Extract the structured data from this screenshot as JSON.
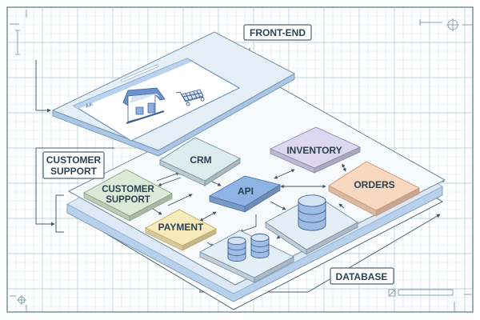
{
  "diagram": {
    "title_labels": {
      "front_end": "FRONT-END",
      "customer_support_callout": "CUSTOMER\nSUPPORT",
      "database": "DATABASE"
    },
    "nodes": [
      {
        "id": "crm",
        "label": "CRM",
        "color": "#dcecef"
      },
      {
        "id": "inventory",
        "label": "INVENTORY",
        "color": "#ddd8f0"
      },
      {
        "id": "customer_support",
        "label_line1": "CUSTOMER",
        "label_line2": "SUPPORT",
        "color": "#dcebd7"
      },
      {
        "id": "api",
        "label": "API",
        "color": "#8fb3e3"
      },
      {
        "id": "orders",
        "label": "ORDERS",
        "color": "#f8d8c0"
      },
      {
        "id": "payment",
        "label": "PAYMENT",
        "color": "#f7ebbd"
      },
      {
        "id": "db_single",
        "label": "",
        "color": "#e3eef7"
      },
      {
        "id": "db_double",
        "label": "",
        "color": "#e3eef7"
      }
    ],
    "front_end_window": {
      "icons": [
        "store-icon",
        "shopping-cart-icon",
        "logo-icon",
        "window-controls-icon",
        "address-bar"
      ]
    },
    "colors": {
      "grid": "#d4e3e6",
      "frame": "#6e8a93",
      "platform_fill": "#eef5fb",
      "platform_edge": "#a9c6e6",
      "label_border": "#50656d",
      "text": "#2a3f52"
    }
  }
}
